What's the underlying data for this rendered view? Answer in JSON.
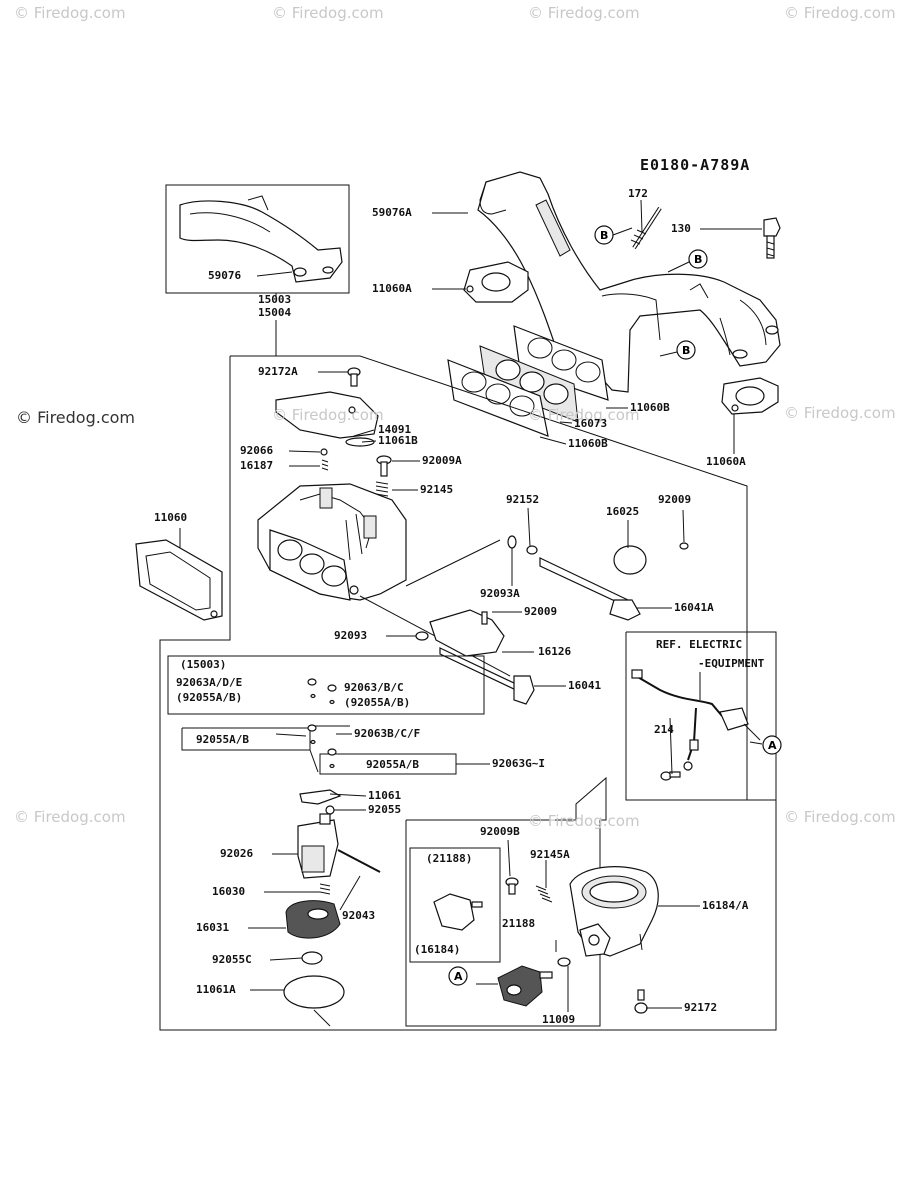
{
  "watermarks": [
    "© Firedog.com",
    "© Firedog.com",
    "© Firedog.com",
    "© Firedog.com",
    "© Firedog.com",
    "© Firedog.com",
    "© Firedog.com",
    "© Firedog.com",
    "© Firedog.com",
    "© Firedog.com",
    "© Firedog.com"
  ],
  "diagram_code": "E0180-A789A",
  "ref_labels": [
    "B",
    "B",
    "B",
    "A",
    "A"
  ],
  "part_labels": {
    "p59076A": "59076A",
    "p172": "172",
    "p130": "130",
    "p11060A_top": "11060A",
    "p59076": "59076",
    "p15003": "15003",
    "p15004": "15004",
    "p92172A": "92172A",
    "p14091": "14091",
    "p11061B": "11061B",
    "p92066": "92066",
    "p16187": "16187",
    "p92009A": "92009A",
    "p92145": "92145",
    "p11060B_1": "11060B",
    "p16073": "16073",
    "p11060B_2": "11060B",
    "p11060A_right": "11060A",
    "p11060": "11060",
    "p92152": "92152",
    "p92009_top": "92009",
    "p16025": "16025",
    "p92093A": "92093A",
    "p16041A": "16041A",
    "p92009_mid": "92009",
    "p92093": "92093",
    "p16126": "16126",
    "p15003_paren": "(15003)",
    "p92063ADE": "92063A/D/E",
    "p92055AB_paren1": "(92055A/B)",
    "p92063BC": "92063/B/C",
    "p92055AB_paren2": "(92055A/B)",
    "p16041": "16041",
    "p92055AB_left": "92055A/B",
    "p92063BCF": "92063B/C/F",
    "p92055AB_box": "92055A/B",
    "p92063GI": "92063G~I",
    "p11061": "11061",
    "p92055": "92055",
    "p92026": "92026",
    "p16030": "16030",
    "p92043": "92043",
    "p16031": "16031",
    "p92055C": "92055C",
    "p11061A": "11061A",
    "p92009B": "92009B",
    "p92145A": "92145A",
    "p21188_paren": "(21188)",
    "p16184_paren": "(16184)",
    "p21188": "21188",
    "p11009": "11009",
    "p16184A": "16184/A",
    "p92172": "92172",
    "p214": "214",
    "ref_electric_1": "REF. ELECTRIC",
    "ref_electric_2": "-EQUIPMENT"
  }
}
